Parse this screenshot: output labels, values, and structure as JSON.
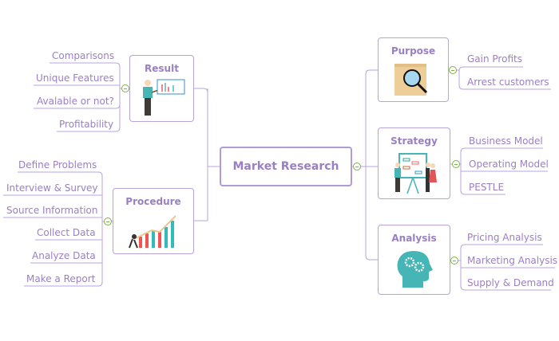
{
  "center": {
    "label": "Market Research"
  },
  "branches": {
    "result": {
      "label": "Result",
      "items": [
        "Comparisons",
        "Unique Features",
        "Avalable or not?",
        "Profitability"
      ]
    },
    "procedure": {
      "label": "Procedure",
      "items": [
        "Define Problems",
        "Interview & Survey",
        "Source Information",
        "Collect Data",
        "Analyze Data",
        "Make a Report"
      ]
    },
    "purpose": {
      "label": "Purpose",
      "items": [
        "Gain Profits",
        "Arrest customers"
      ]
    },
    "strategy": {
      "label": "Strategy",
      "items": [
        "Business Model",
        "Operating Model",
        "PESTLE"
      ]
    },
    "analysis": {
      "label": "Analysis",
      "items": [
        "Pricing Analysis",
        "Marketing Analysis",
        "Supply & Demand"
      ]
    }
  },
  "colors": {
    "line": "#b9a3dc",
    "text": "#9b7fc4",
    "toggle": "#7cb342"
  }
}
